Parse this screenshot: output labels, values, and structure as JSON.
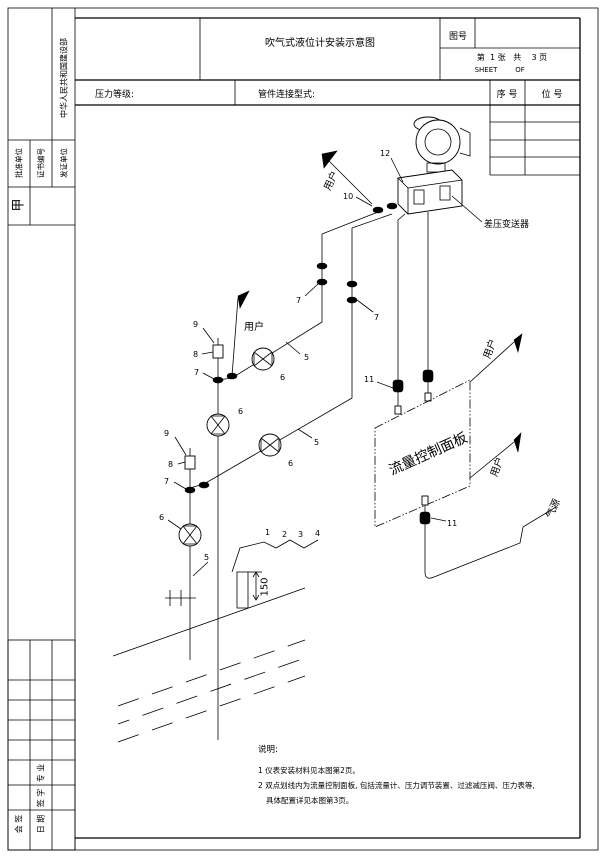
{
  "colors": {
    "line": "#000000",
    "paper": "#ffffff"
  },
  "title_block": {
    "drawing_title": "吹气式液位计安装示意图",
    "drawing_no_label": "图号",
    "sheet_text": "第  1 张   共    3 页",
    "sheet_en_left": "SHEET",
    "sheet_en_right": "OF",
    "pressure_rating_label": "压力等级:",
    "fitting_type_label": "管件连接型式:",
    "seq_no_label": "序 号",
    "tag_no_label": "位 号"
  },
  "side_strip": {
    "ministry": "中华人民共和国建设部",
    "approval_unit": "批准单位",
    "certificate_no": "证书编号",
    "issuing_unit": "发证单位",
    "grade": "甲"
  },
  "countersign": {
    "label": "会 签",
    "major": "专 业",
    "signature": "签 字",
    "date": "日 期"
  },
  "diagram": {
    "transmitter_label": "差压变送器",
    "panel_label": "流量控制面板",
    "air_source_label": "气源",
    "user_top": "用户",
    "user_left": "用户",
    "user_right_upper": "用户",
    "user_right_lower": "用户",
    "dimension": "150",
    "callouts": {
      "c12": "12",
      "c10": "10",
      "c7a": "7",
      "c7b": "7",
      "c7c": "7",
      "c7d": "7",
      "c9a": "9",
      "c8a": "8",
      "c9b": "9",
      "c8b": "8",
      "c6a": "6",
      "c6b": "6",
      "c6c": "6",
      "c6d": "6",
      "c5a": "5",
      "c5b": "5",
      "c5c": "5",
      "c11a": "11",
      "c11b": "11",
      "c1": "1",
      "c2": "2",
      "c3": "3",
      "c4": "4"
    }
  },
  "notes": {
    "heading": "说明:",
    "line1": "1 仪表安装材料见本图第2页。",
    "line2": "2 双点划线内为流量控制面板, 包括流量计、压力调节装置、过滤减压阀、压力表等,",
    "line3": "具体配置详见本图第3页。"
  }
}
